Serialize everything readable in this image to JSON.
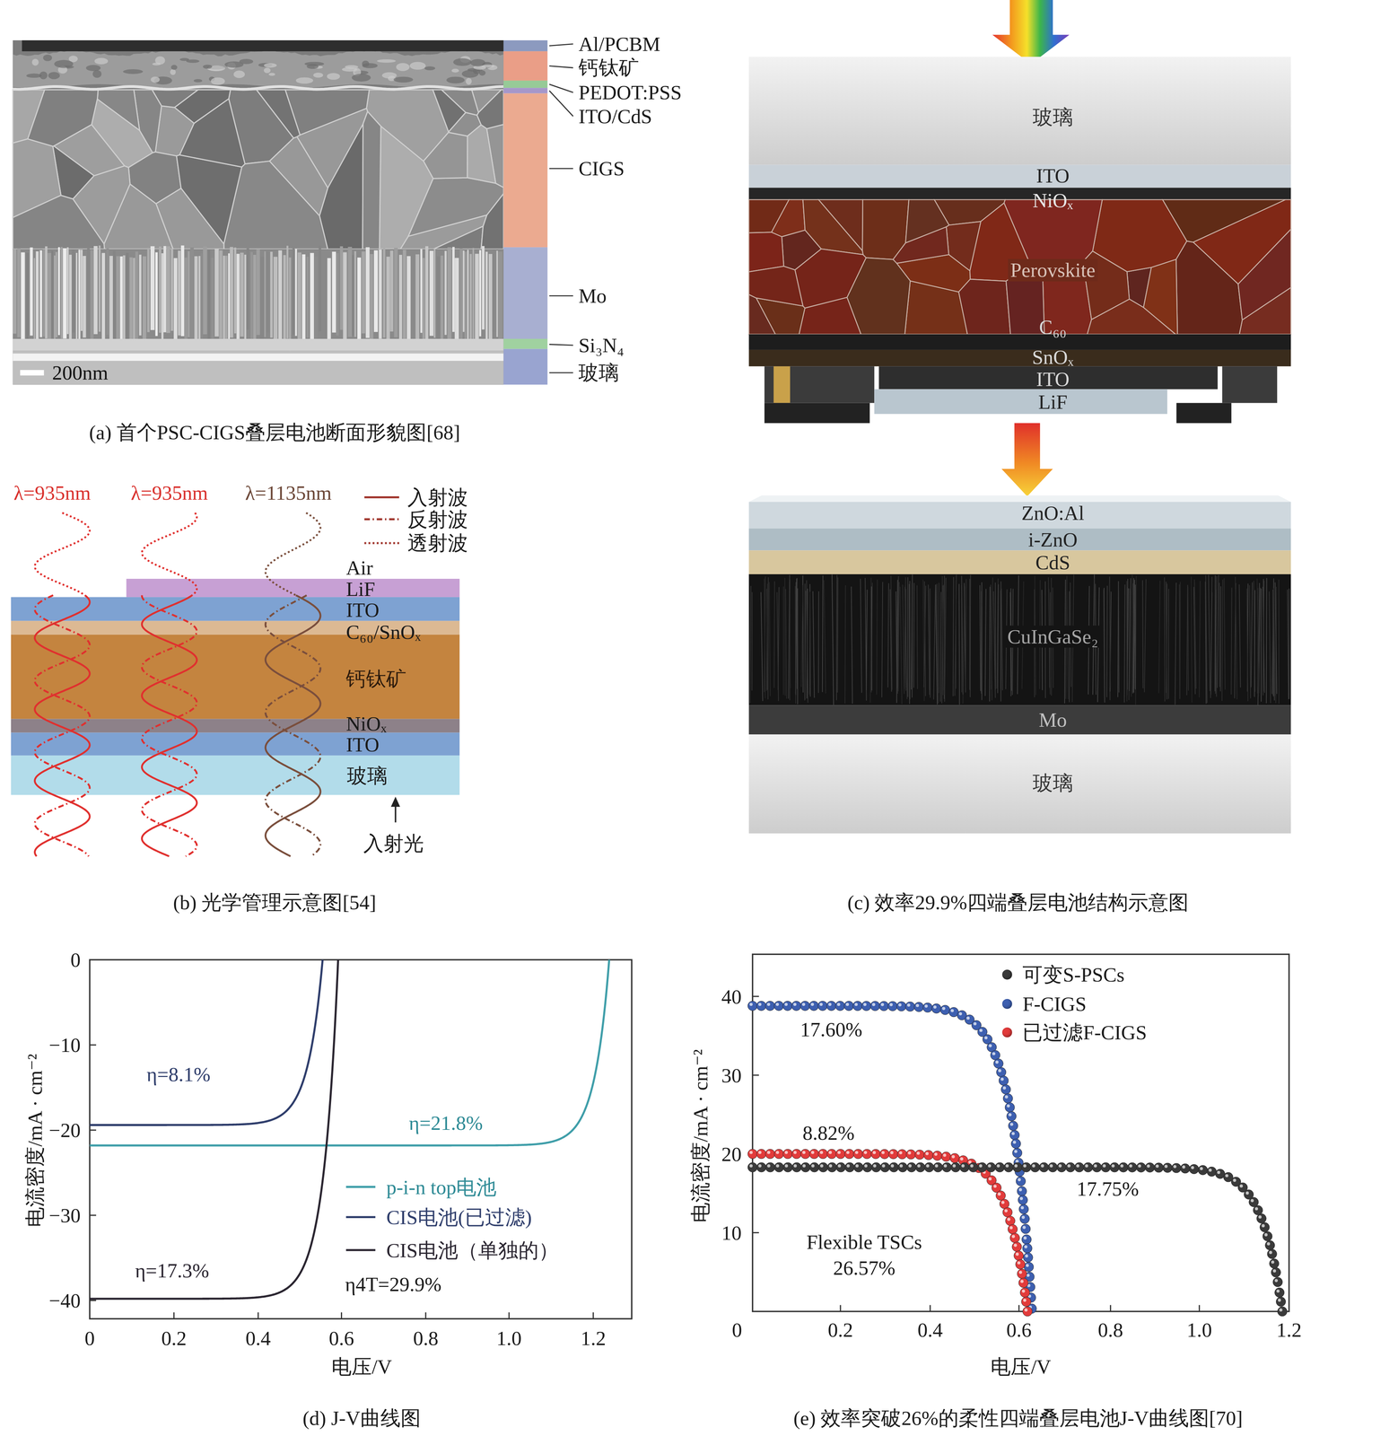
{
  "diagram": {
    "nodes": [
      {
        "text": [
          "钙钛矿"
        ]
      },
      {
        "text": [
          "玻璃"
        ]
      },
      {
        "text": [
          "玻璃"
        ]
      },
      {
        "text": [
          "Perovskite"
        ]
      },
      {
        "text": [
          "CuInGaSe₂"
        ]
      },
      {
        "text": [
          "Mo"
        ]
      },
      {
        "text": [
          "玻璃"
        ]
      }
    ],
    "labels": [
      "Al/PCBM",
      "钙钛矿",
      "PEDOT:PSS",
      "ITO/CdS",
      "CIGS",
      "Mo",
      "Si₃N₄",
      "玻璃",
      "200nm",
      "(a) 首个PSC-CIGS叠层电池断面形貌图[68]",
      "λ=935nm",
      "λ=935nm",
      "λ=1135nm",
      "Air",
      "LiF",
      "ITO",
      "C₆₀/SnOₓ",
      "NiOₓ",
      "ITO",
      "入射光",
      "(b) 光学管理示意图[54]",
      "ITO",
      "NiOₓ",
      "C₆₀",
      "SnOₓ",
      "ITO",
      "LiF",
      "ZnO:Al",
      "i-ZnO",
      "CdS",
      "(c) 效率29.9%四端叠层电池结构示意图",
      "0",
      "−10",
      "−20",
      "−30",
      "−40",
      "0",
      "0.2",
      "0.4",
      "0.6",
      "0.8",
      "1.0",
      "1.2",
      "电流密度/mA · cm⁻²",
      "电压/V",
      "η=8.1%",
      "η=21.8%",
      "η=17.3%",
      "η4T=29.9%",
      "(d) J-V曲线图",
      "40",
      "30",
      "20",
      "10",
      "0",
      "0.2",
      "0.4",
      "0.6",
      "0.8",
      "1.0",
      "1.2",
      "电流密度/mA · cm⁻²",
      "电压/V",
      "17.60%",
      "8.82%",
      "17.75%",
      "Flexible TSCs",
      "26.57%",
      "(e) 效率突破26%的柔性四端叠层电池J-V曲线图[70]"
    ],
    "legend": [
      {
        "text": "入射波"
      },
      {
        "text": "反射波"
      },
      {
        "text": "透射波"
      },
      {
        "text": "p-i-n top电池"
      },
      {
        "text": "CIS电池(已过滤)"
      },
      {
        "text": "CIS电池（单独的）"
      },
      {
        "text": "可变S-PSCs",
        "color": "#3a3a3a"
      },
      {
        "text": "F-CIGS",
        "color": "#3d5fb0"
      },
      {
        "text": "已过滤F-CIGS",
        "color": "#e23b3b"
      }
    ]
  }
}
